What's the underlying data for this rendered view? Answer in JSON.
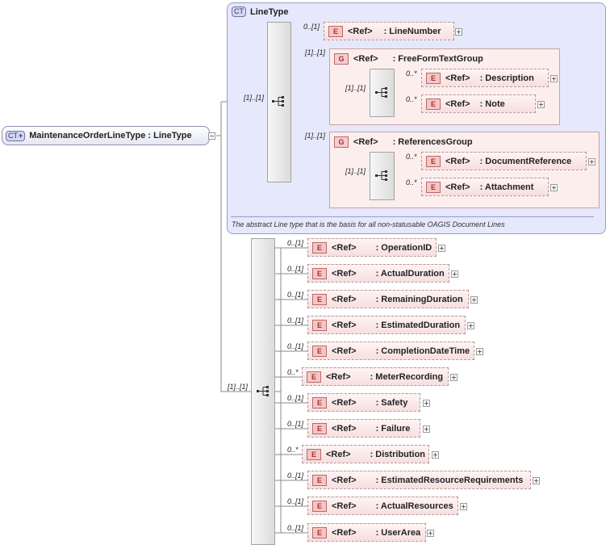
{
  "root": {
    "label": "MaintenanceOrderLineType : LineType"
  },
  "line_type": {
    "title": "LineType",
    "badge": "CT",
    "documentation": "The abstract Line type that is the basis for all non-statusable OAGIS Document Lines",
    "sequence_card": "[1]..[1]",
    "line_number": {
      "ref": "<Ref>",
      "name": ": LineNumber",
      "card": "0..[1]"
    },
    "free_form_group": {
      "ref": "<Ref>",
      "name": ": FreeFormTextGroup",
      "card": "[1]..[1]",
      "seq_card": "[1]..[1]",
      "items": [
        {
          "ref": "<Ref>",
          "name": ": Description",
          "card": "0..*"
        },
        {
          "ref": "<Ref>",
          "name": ": Note",
          "card": "0..*"
        }
      ]
    },
    "references_group": {
      "ref": "<Ref>",
      "name": ": ReferencesGroup",
      "card": "[1]..[1]",
      "seq_card": "[1]..[1]",
      "items": [
        {
          "ref": "<Ref>",
          "name": ": DocumentReference",
          "card": "0..*"
        },
        {
          "ref": "<Ref>",
          "name": ": Attachment",
          "card": "0..*"
        }
      ]
    }
  },
  "extension": {
    "sequence_card": "[1]..[1]",
    "elements": [
      {
        "ref": "<Ref>",
        "name": ": OperationID",
        "card": "0..[1]"
      },
      {
        "ref": "<Ref>",
        "name": ": ActualDuration",
        "card": "0..[1]"
      },
      {
        "ref": "<Ref>",
        "name": ": RemainingDuration",
        "card": "0..[1]"
      },
      {
        "ref": "<Ref>",
        "name": ": EstimatedDuration",
        "card": "0..[1]"
      },
      {
        "ref": "<Ref>",
        "name": ": CompletionDateTime",
        "card": "0..[1]"
      },
      {
        "ref": "<Ref>",
        "name": ": MeterRecording",
        "card": "0..*"
      },
      {
        "ref": "<Ref>",
        "name": ": Safety",
        "card": "0..[1]"
      },
      {
        "ref": "<Ref>",
        "name": ": Failure",
        "card": "0..[1]"
      },
      {
        "ref": "<Ref>",
        "name": ": Distribution",
        "card": "0..*"
      },
      {
        "ref": "<Ref>",
        "name": ": EstimatedResourceRequirements",
        "card": "0..[1]"
      },
      {
        "ref": "<Ref>",
        "name": ": ActualResources",
        "card": "0..[1]"
      },
      {
        "ref": "<Ref>",
        "name": ": UserArea",
        "card": "0..[1]"
      }
    ]
  },
  "badges": {
    "element": "E",
    "group": "G"
  }
}
